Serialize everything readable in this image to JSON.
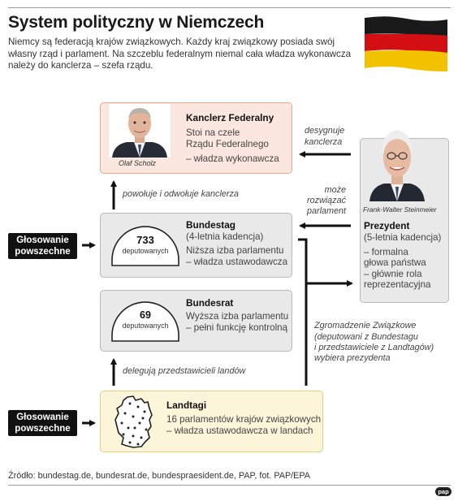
{
  "title": "System polityczny w Niemczech",
  "intro": "Niemcy są federacją krajów związkowych. Każdy kraj związkowy posiada swój własny rząd i parlament. Na szczeblu federalnym niemal cała władza wykonawcza należy do kanclerza – szefa rządu.",
  "flag_colors": [
    "#1a1a1a",
    "#d40f14",
    "#f2c200"
  ],
  "kanzler": {
    "heading": "Kanclerz Federalny",
    "line1": "Stoi na czele",
    "line2": "Rządu Federalnego",
    "line3": "– władza wykonawcza",
    "photo_caption": "Olaf Scholz"
  },
  "bundestag": {
    "heading": "Bundestag",
    "line1": "(4-letnia kadencja)",
    "line2": "Niższa izba parlamentu",
    "line3": "– władza ustawodawcza",
    "seats": "733",
    "seats_label": "deputowanych"
  },
  "bundesrat": {
    "heading": "Bundesrat",
    "line1": "Wyższa izba parlamentu",
    "line2": "– pełni funkcję kontrolną",
    "seats": "69",
    "seats_label": "deputowanych"
  },
  "landtagi": {
    "heading": "Landtagi",
    "line1": "16 parlamentów krajów związkowych",
    "line2": "– władza ustawodawcza w landach"
  },
  "prezydent": {
    "photo_caption": "Frank-Walter Steinmeier",
    "heading": "Prezydent",
    "line1": "(5-letnia kadencja)",
    "line2": "– formalna",
    "line3": "głowa państwa",
    "line4": "– głównie rola",
    "line5": "reprezentacyjna"
  },
  "labels": {
    "powoluje": "powołuje i odwołuje kanclerza",
    "desygnuje_1": "desygnuje",
    "desygnuje_2": "kanclerza",
    "moze_1": "może",
    "moze_2": "rozwiązać",
    "moze_3": "parlament",
    "deleguja": "delegują przedstawicieli landów",
    "zgromadzenie_1": "Zgromadzenie Związkowe",
    "zgromadzenie_2": "(deputowani z Bundestagu",
    "zgromadzenie_3": "i przedstawiciele z Landtagów)",
    "zgromadzenie_4": "wybiera prezydenta"
  },
  "vote_1": {
    "line1": "Głosowanie",
    "line2": "powszechne"
  },
  "vote_2": {
    "line1": "Głosowanie",
    "line2": "powszechne"
  },
  "source": "Źródło: bundestag.de, bundesrat.de, bundespraesident.de, PAP, fot. PAP/EPA",
  "logo": "pap"
}
